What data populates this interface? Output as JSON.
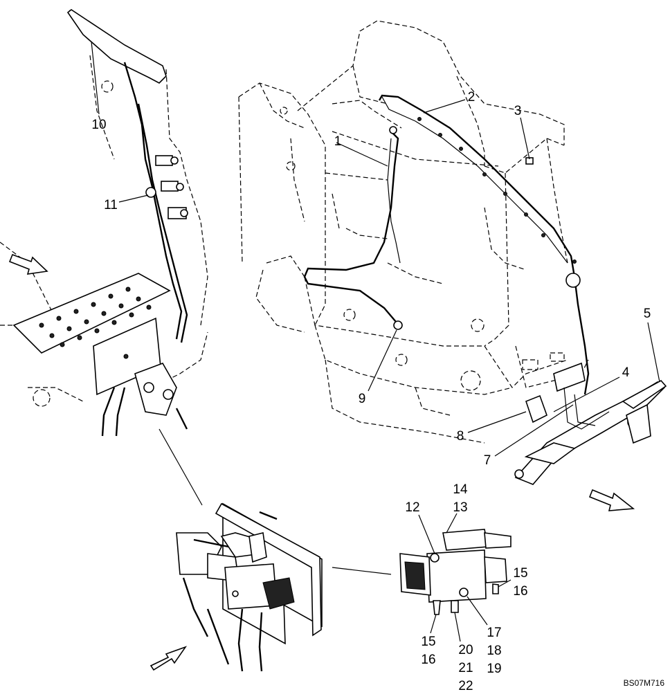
{
  "callouts": {
    "c1": "1",
    "c2": "2",
    "c3": "3",
    "c4": "4",
    "c5": "5",
    "c7": "7",
    "c8": "8",
    "c9": "9",
    "c10": "10",
    "c11": "11",
    "c12": "12",
    "c13": "13",
    "c14": "14",
    "c15a": "15",
    "c16a": "16",
    "c15b": "15",
    "c16b": "16",
    "c17": "17",
    "c18": "18",
    "c19": "19",
    "c20": "20",
    "c21": "21",
    "c22": "22"
  },
  "drawing_code": "BS07M716"
}
